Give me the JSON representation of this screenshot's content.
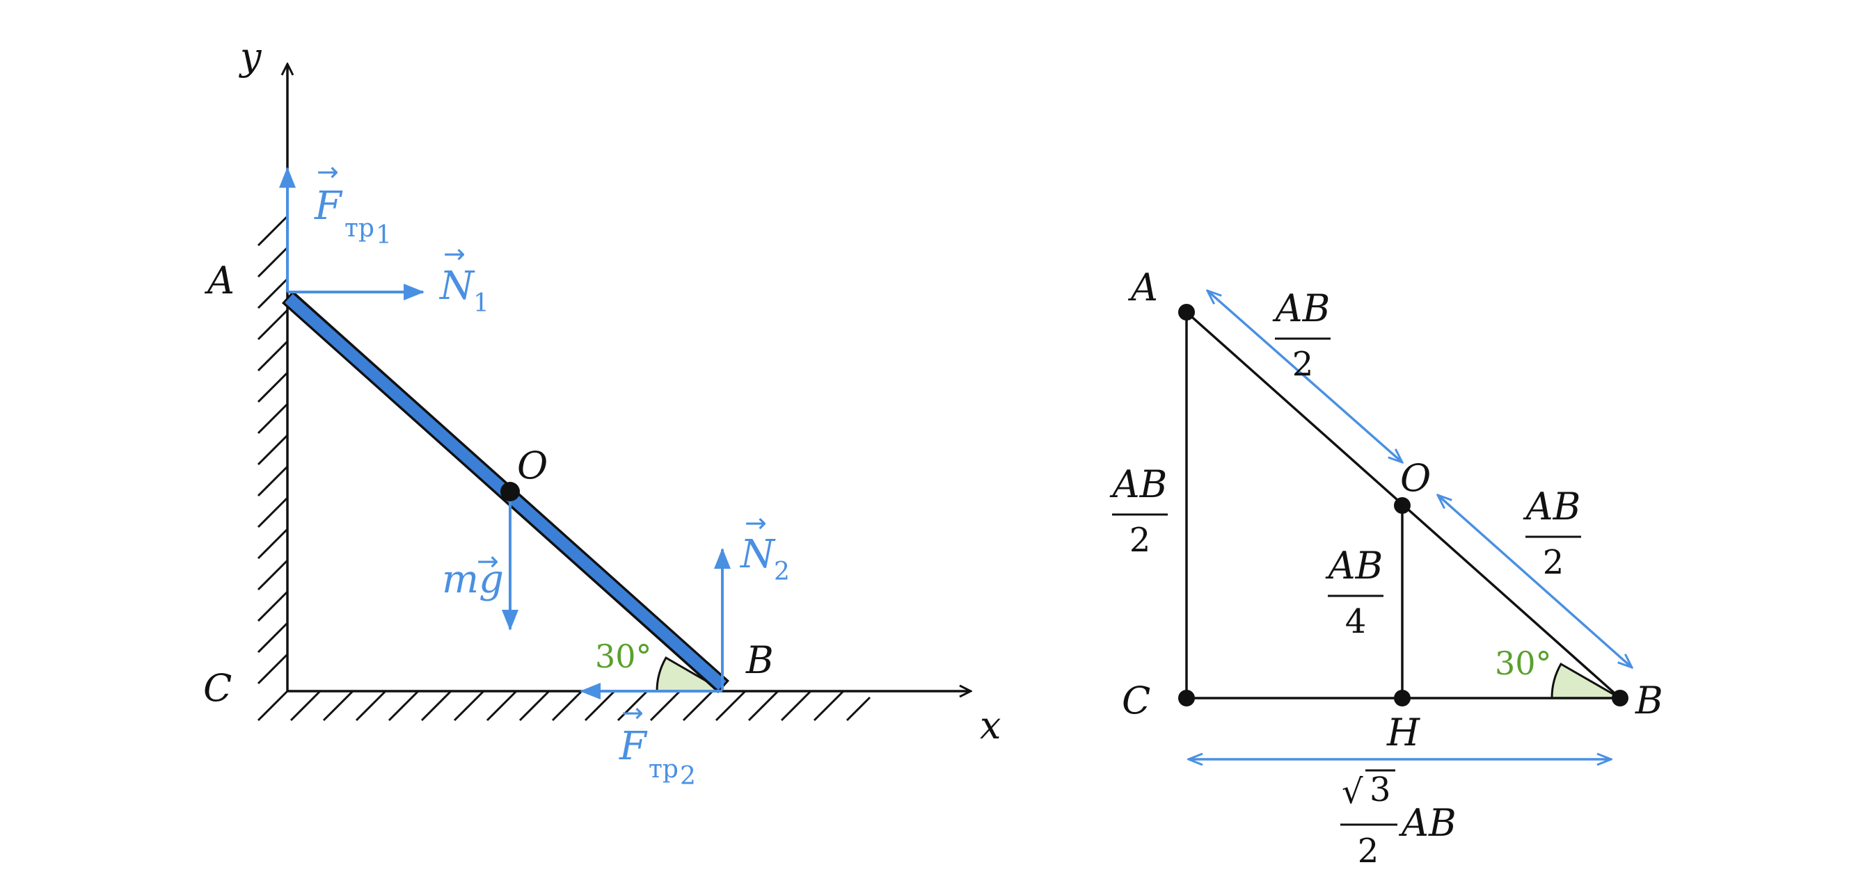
{
  "left": {
    "axis_y": "y",
    "axis_x": "x",
    "point_a": "A",
    "point_b": "B",
    "point_c": "C",
    "point_o": "O",
    "angle": "30°",
    "force_f1": {
      "main": "F",
      "sub": "тр",
      "idx": "1"
    },
    "force_n1": {
      "main": "N",
      "idx": "1"
    },
    "force_mg": {
      "main": "mg"
    },
    "force_n2": {
      "main": "N",
      "idx": "2"
    },
    "force_f2": {
      "main": "F",
      "sub": "тр",
      "idx": "2"
    },
    "vec_arrow": "→"
  },
  "right": {
    "point_a": "A",
    "point_b": "B",
    "point_c": "C",
    "point_o": "O",
    "point_h": "H",
    "angle": "30°",
    "ao_num": "AB",
    "ao_den": "2",
    "ob_num": "AB",
    "ob_den": "2",
    "ac_num": "AB",
    "ac_den": "2",
    "oh_num": "AB",
    "oh_den": "4",
    "cb_sqrt": "3",
    "cb_den": "2",
    "cb_tail": "AB",
    "sqrt_sign": "√"
  },
  "colors": {
    "force": "#4a90e2",
    "angle": "#5aa02c",
    "angle_fill": "#dcebc8",
    "rod": "#3b7fd6"
  }
}
